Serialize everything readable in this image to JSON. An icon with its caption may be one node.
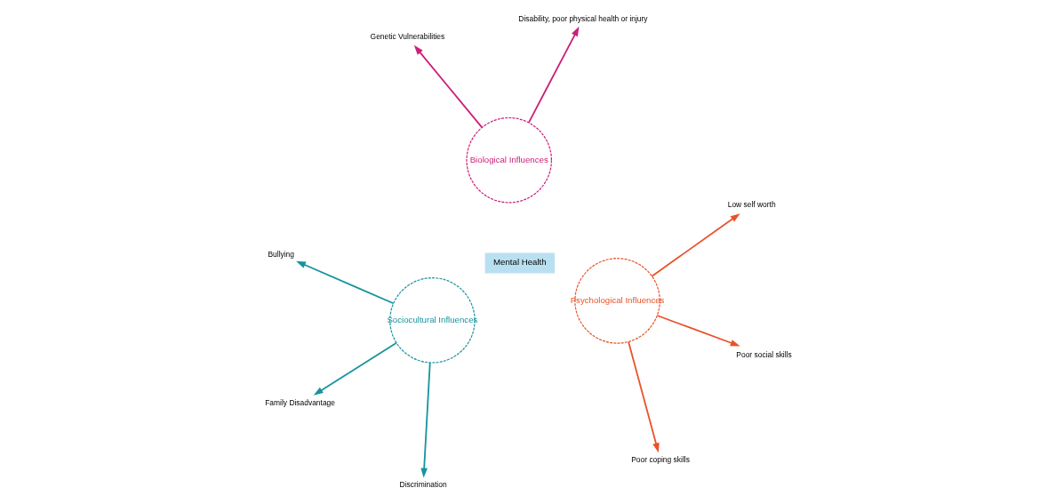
{
  "diagram": {
    "nodes": [
      {
        "text": [
          "Biological Influences"
        ]
      },
      {
        "text": [
          "Psychological Influences"
        ]
      },
      {
        "text": [
          "Sociocultural Influences"
        ]
      },
      {
        "text": [
          "Mental Health"
        ]
      },
      {
        "text": [
          "Disability, poor physical health or injury"
        ]
      },
      {
        "text": [
          "Genetic Vulnerabilities"
        ]
      },
      {
        "text": [
          "Poor coping skills"
        ]
      },
      {
        "text": [
          "Low self worth"
        ]
      },
      {
        "text": [
          "Poor social skills"
        ]
      },
      {
        "text": [
          "Family Disadvantage"
        ]
      },
      {
        "text": [
          "Discrimination"
        ]
      },
      {
        "text": [
          "Bullying"
        ]
      }
    ],
    "edges": [
      {
        "from": 0,
        "to": 4,
        "arrow": "to",
        "color": "#cc1f7a"
      },
      {
        "from": 0,
        "to": 5,
        "arrow": "to",
        "color": "#cc1f7a"
      },
      {
        "from": 1,
        "to": 6,
        "arrow": "to",
        "color": "#e8532a"
      },
      {
        "from": 1,
        "to": 7,
        "arrow": "to",
        "color": "#e8532a"
      },
      {
        "from": 1,
        "to": 8,
        "arrow": "to",
        "color": "#e8532a"
      },
      {
        "from": 2,
        "to": 9,
        "arrow": "to",
        "color": "#17939e"
      },
      {
        "from": 2,
        "to": 10,
        "arrow": "to",
        "color": "#17939e"
      },
      {
        "from": 2,
        "to": 11,
        "arrow": "to",
        "color": "#17939e"
      }
    ]
  }
}
